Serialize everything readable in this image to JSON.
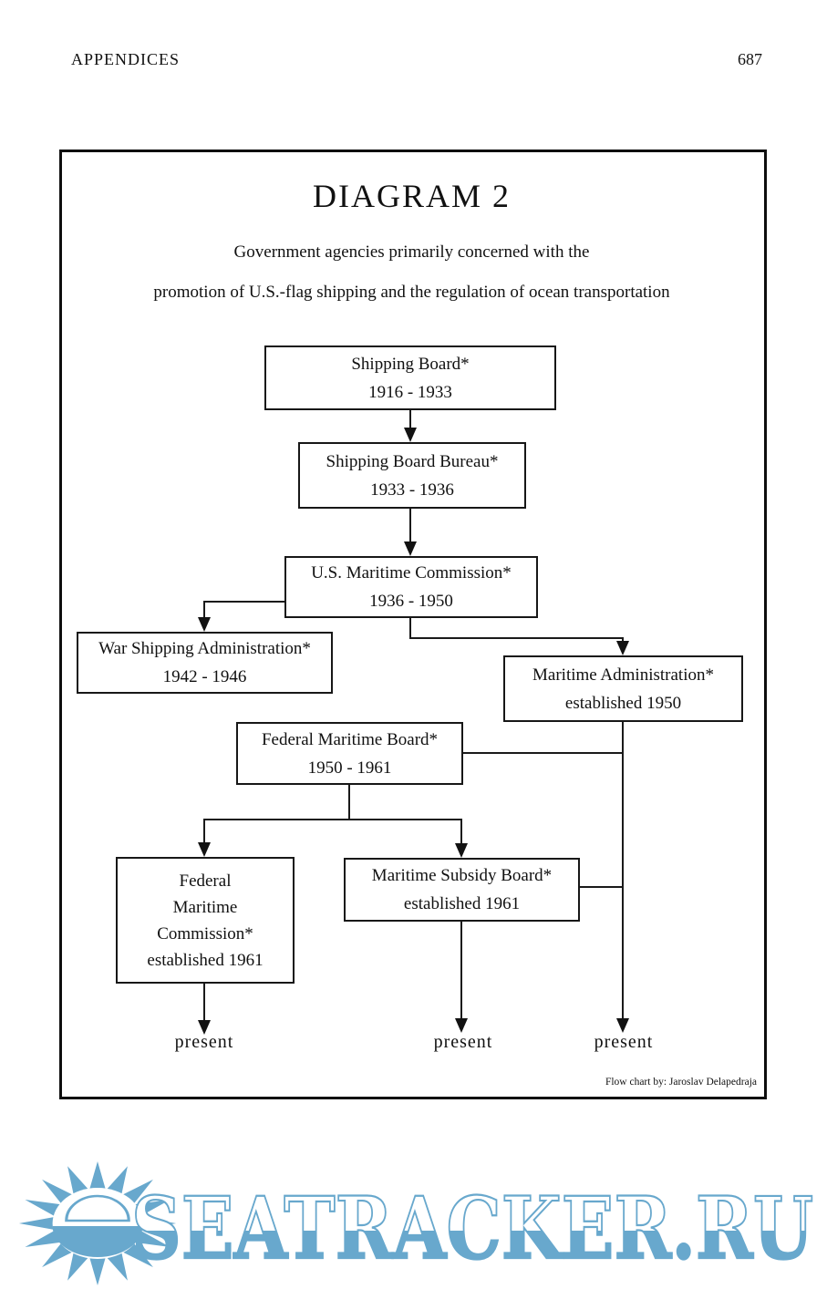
{
  "page": {
    "header_left": "APPENDICES",
    "page_number": "687"
  },
  "diagram": {
    "title": "DIAGRAM 2",
    "subtitle_line1": "Government agencies primarily concerned with the",
    "subtitle_line2": "promotion of U.S.-flag shipping and the regulation of ocean transportation",
    "credit": "Flow chart by:  Jaroslav Delapedraja",
    "nodes": [
      {
        "id": "shipping-board",
        "line1": "Shipping Board*",
        "line2": "1916 - 1933"
      },
      {
        "id": "shipping-board-bureau",
        "line1": "Shipping Board Bureau*",
        "line2": "1933 - 1936"
      },
      {
        "id": "us-maritime-commission",
        "line1": "U.S. Maritime Commission*",
        "line2": "1936 - 1950"
      },
      {
        "id": "war-shipping-administration",
        "line1": "War Shipping Administration*",
        "line2": "1942 - 1946"
      },
      {
        "id": "maritime-administration",
        "line1": "Maritime Administration*",
        "line2": "established 1950"
      },
      {
        "id": "federal-maritime-board",
        "line1": "Federal Maritime Board*",
        "line2": "1950 - 1961"
      },
      {
        "id": "federal-maritime-commission",
        "lines": [
          "Federal",
          "Maritime",
          "Commission*",
          "established 1961"
        ]
      },
      {
        "id": "maritime-subsidy-board",
        "line1": "Maritime Subsidy Board*",
        "line2": "established 1961"
      }
    ],
    "edges": [
      {
        "from": "shipping-board",
        "to": "shipping-board-bureau"
      },
      {
        "from": "shipping-board-bureau",
        "to": "us-maritime-commission"
      },
      {
        "from": "us-maritime-commission",
        "to": "war-shipping-administration"
      },
      {
        "from": "us-maritime-commission",
        "to": "maritime-administration"
      },
      {
        "from": "federal-maritime-board",
        "to": "maritime-administration"
      },
      {
        "from": "federal-maritime-board",
        "to": "federal-maritime-commission"
      },
      {
        "from": "federal-maritime-board",
        "to": "maritime-subsidy-board"
      },
      {
        "from": "maritime-subsidy-board",
        "to": "maritime-administration"
      },
      {
        "from": "maritime-administration",
        "to": "present"
      },
      {
        "from": "maritime-subsidy-board",
        "to": "present"
      },
      {
        "from": "federal-maritime-commission",
        "to": "present"
      }
    ],
    "terminals": [
      {
        "label": "present"
      },
      {
        "label": "present"
      },
      {
        "label": "present"
      }
    ]
  },
  "watermark": {
    "text": "SEATRACKER.RU",
    "color": "#68a8cd",
    "icon": "sun-logo"
  }
}
